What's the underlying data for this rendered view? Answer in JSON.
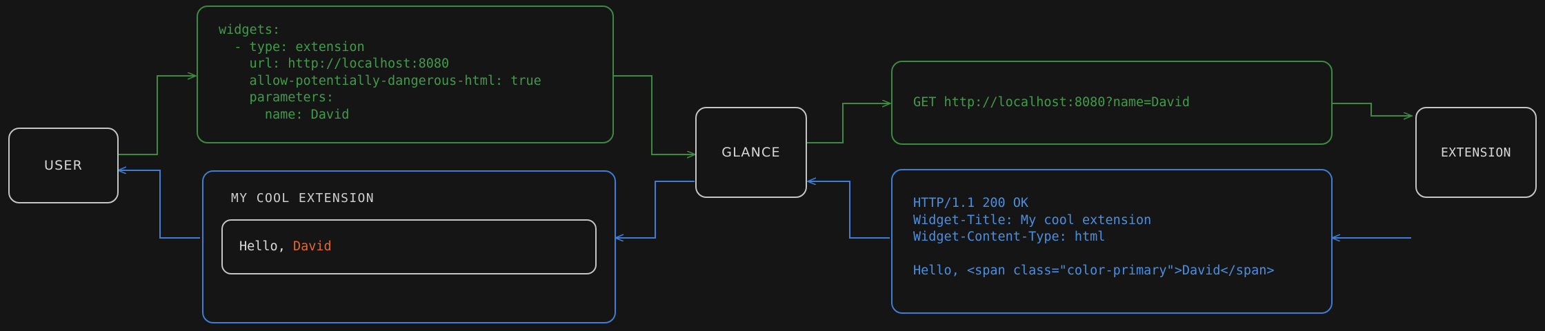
{
  "diagram": {
    "title": "glance extension widget request flow",
    "colors": {
      "background": "#151515",
      "node_border": "#c6c6c6",
      "request_green": "#3d8b40",
      "response_blue": "#3d7fd6",
      "accent_orange": "#e8662a",
      "text_grey": "#d8d8d8"
    },
    "nodes": [
      {
        "id": "user",
        "label": "USER"
      },
      {
        "id": "glance",
        "label": "GLANCE"
      },
      {
        "id": "extension",
        "label": "EXTENSION"
      }
    ],
    "panels": {
      "config": {
        "kind": "yaml-config",
        "color": "request_green",
        "lines": [
          "widgets:",
          "  - type: extension",
          "    url: http://localhost:8080",
          "    allow-potentially-dangerous-html: true",
          "    parameters:",
          "      name: David"
        ]
      },
      "request": {
        "kind": "http-request",
        "color": "request_green",
        "lines": [
          "GET http://localhost:8080?name=David"
        ]
      },
      "response": {
        "kind": "http-response",
        "color": "response_blue",
        "lines": [
          "HTTP/1.1 200 OK",
          "Widget-Title: My cool extension",
          "Widget-Content-Type: html",
          "",
          "Hello, <span class=\"color-primary\">David</span>"
        ]
      },
      "widget": {
        "kind": "rendered-widget",
        "color": "response_blue",
        "title": "MY COOL EXTENSION",
        "body_prefix": "Hello, ",
        "body_accent": "David"
      }
    },
    "edges": [
      {
        "from": "user",
        "to": "glance",
        "via": "config",
        "direction": "right",
        "color": "request_green"
      },
      {
        "from": "glance",
        "to": "extension",
        "via": "request",
        "direction": "right",
        "color": "request_green"
      },
      {
        "from": "extension",
        "to": "glance",
        "via": "response",
        "direction": "left",
        "color": "response_blue"
      },
      {
        "from": "glance",
        "to": "user",
        "via": "widget",
        "direction": "left",
        "color": "response_blue"
      }
    ]
  }
}
